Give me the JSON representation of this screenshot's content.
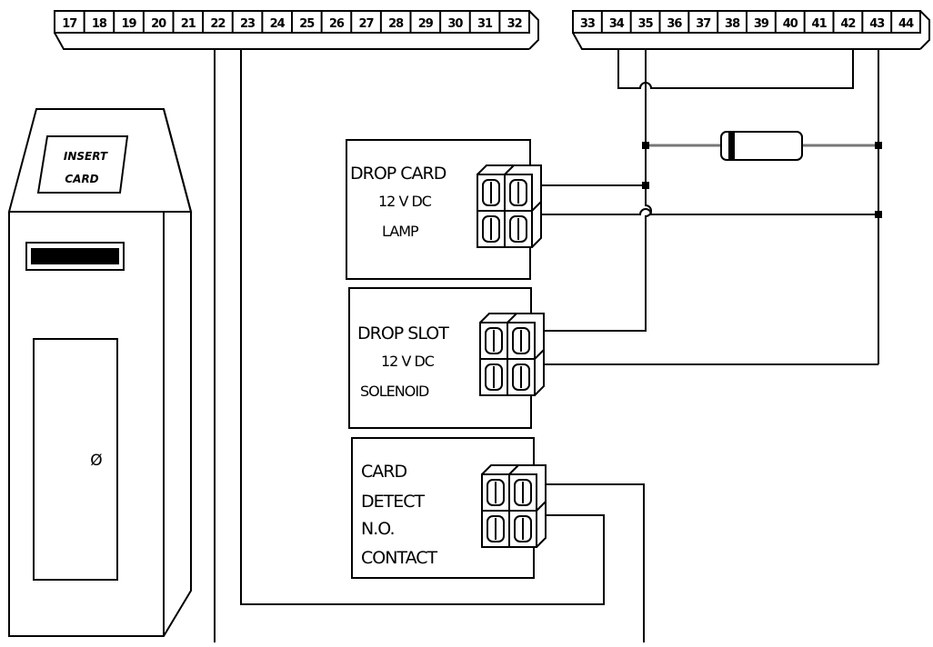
{
  "terminal_strip_left": {
    "numbers": [
      "17",
      "18",
      "19",
      "20",
      "21",
      "22",
      "23",
      "24",
      "25",
      "26",
      "27",
      "28",
      "29",
      "30",
      "31",
      "32"
    ]
  },
  "terminal_strip_right": {
    "numbers": [
      "33",
      "34",
      "35",
      "36",
      "37",
      "38",
      "39",
      "40",
      "41",
      "42",
      "43",
      "44"
    ]
  },
  "kiosk": {
    "display_line1": "INSERT",
    "display_line2": "CARD",
    "lock_symbol": "Ø"
  },
  "devices": {
    "lamp": {
      "line1": "DROP CARD",
      "line2": "12 V DC",
      "line3": "LAMP"
    },
    "solenoid": {
      "line1": "DROP SLOT",
      "line2": "12 V DC",
      "line3": "SOLENOID"
    },
    "contact": {
      "line1": "CARD",
      "line2": "DETECT",
      "line3": "N.O.",
      "line4": "CONTACT"
    }
  }
}
